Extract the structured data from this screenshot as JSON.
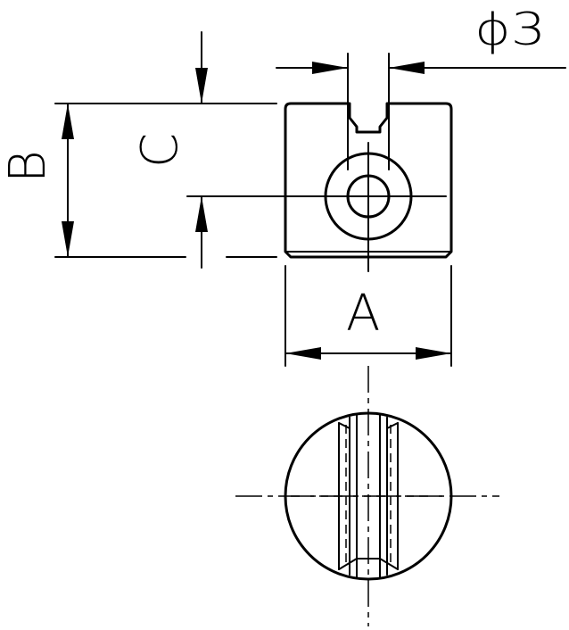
{
  "dimensions": {
    "diameter": "ϕ3",
    "width": "A",
    "height": "B",
    "offset": "C"
  }
}
